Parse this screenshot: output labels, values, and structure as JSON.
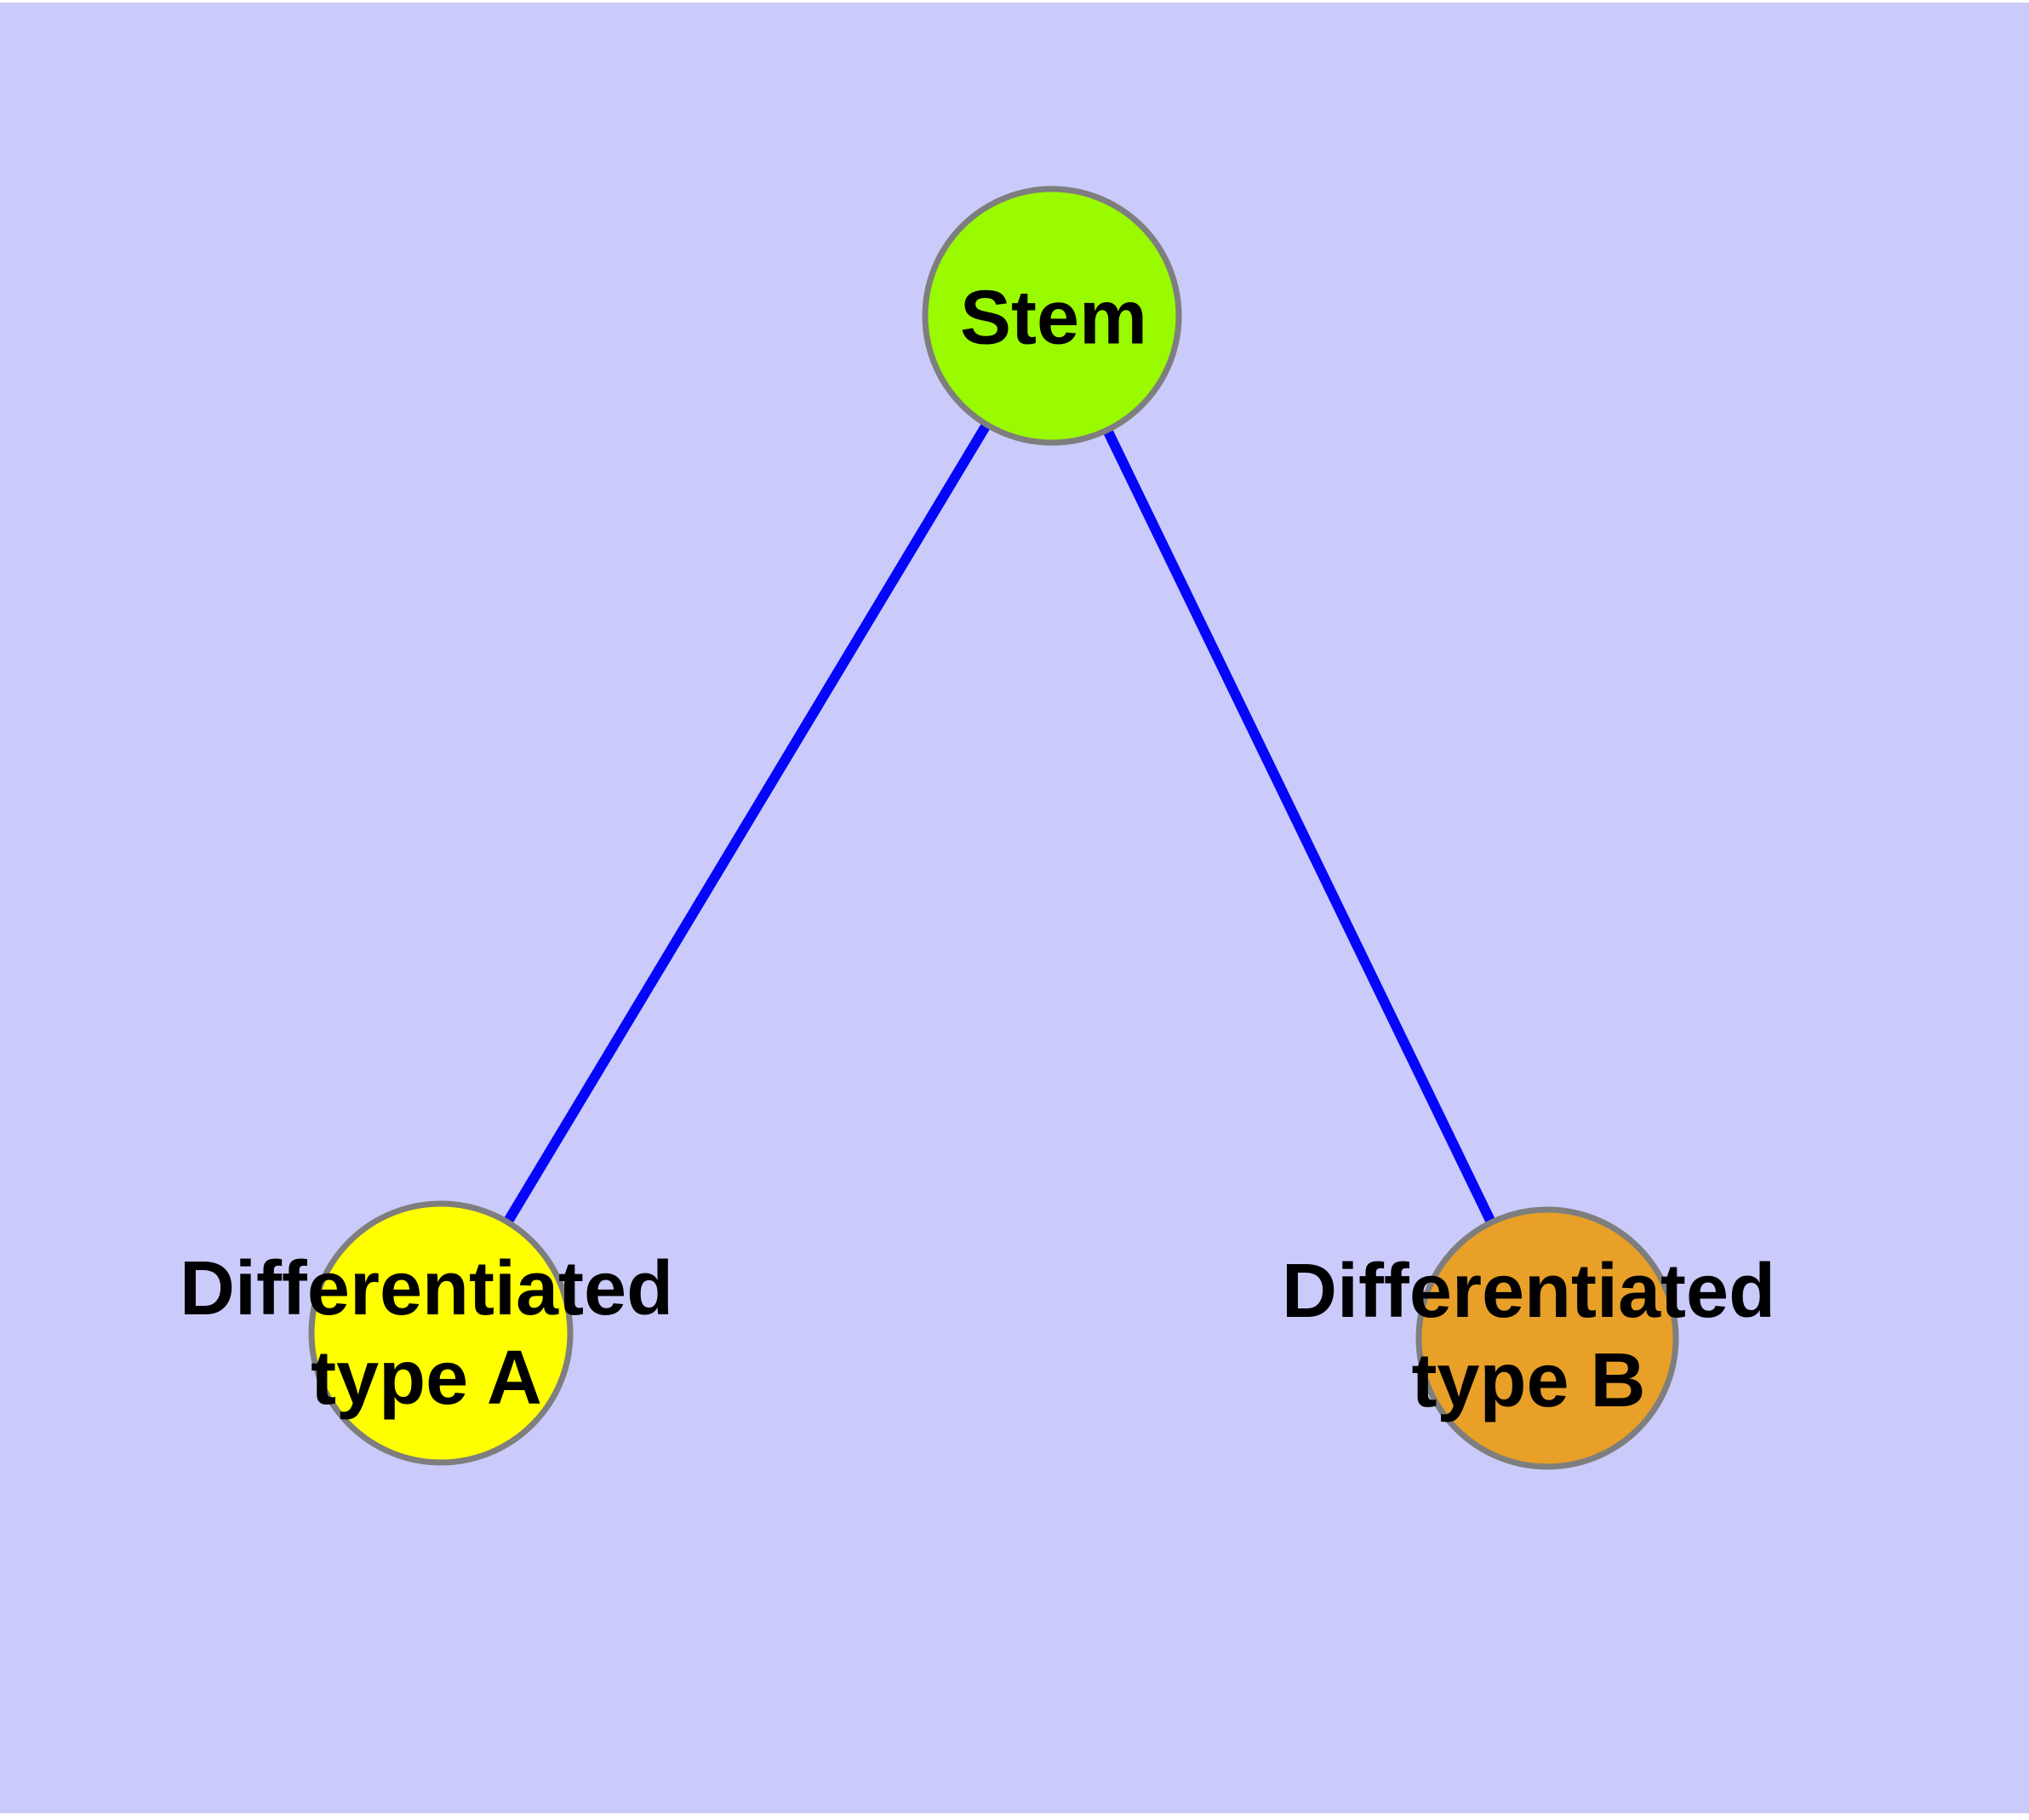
{
  "diagram": {
    "type": "graph",
    "background_color": "#CACBFA",
    "page_margin_color": "#FFFFFF",
    "edge_color": "#0505FA",
    "node_border_color": "#7E7E7E",
    "label_color": "#000000",
    "nodes": {
      "stem": {
        "label": "Stem",
        "color": "#9AFA00"
      },
      "type_a": {
        "label": "Differentiated\ntype A",
        "color": "#FFFF00"
      },
      "type_b": {
        "label": "Differentiated\ntype B",
        "color": "#E8A028"
      }
    },
    "edges": [
      {
        "from": "Stem",
        "to": "Differentiated type A"
      },
      {
        "from": "Stem",
        "to": "Differentiated type B"
      }
    ]
  }
}
